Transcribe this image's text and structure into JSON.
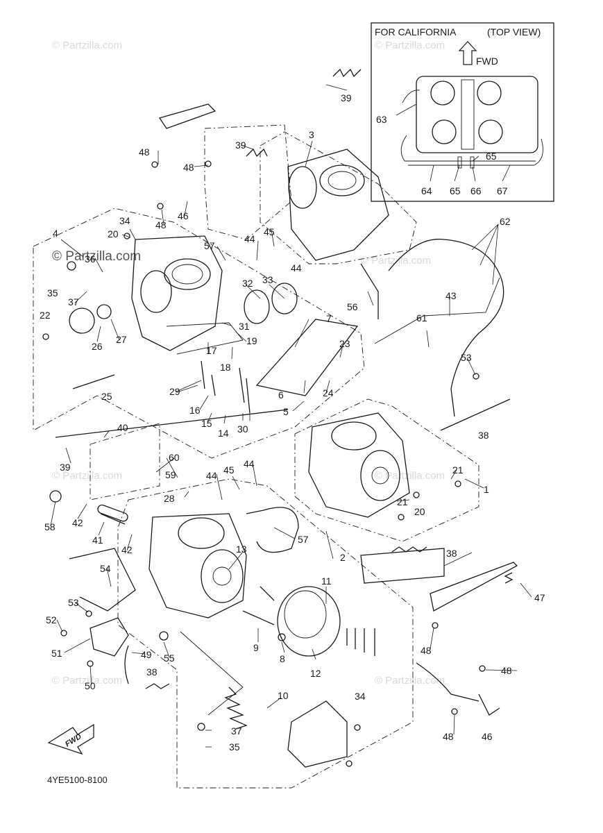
{
  "inset": {
    "title_left": "FOR CALIFORNIA",
    "title_right": "(TOP VIEW)",
    "fwd_label": "FWD"
  },
  "fwd_badge": "FWD",
  "diagram_code": "4YE5100-8100",
  "watermark": "© Partzilla.com",
  "callouts": [
    "1",
    "2",
    "3",
    "4",
    "5",
    "6",
    "7",
    "8",
    "9",
    "10",
    "11",
    "12",
    "13",
    "14",
    "15",
    "16",
    "17",
    "18",
    "19",
    "20",
    "21",
    "22",
    "23",
    "24",
    "25",
    "26",
    "27",
    "28",
    "29",
    "30",
    "31",
    "32",
    "33",
    "34",
    "35",
    "36",
    "37",
    "38",
    "39",
    "40",
    "41",
    "42",
    "43",
    "44",
    "45",
    "46",
    "47",
    "48",
    "49",
    "50",
    "51",
    "52",
    "53",
    "54",
    "55",
    "56",
    "57",
    "58",
    "59",
    "60",
    "61",
    "62",
    "63",
    "64",
    "65",
    "66",
    "67"
  ]
}
